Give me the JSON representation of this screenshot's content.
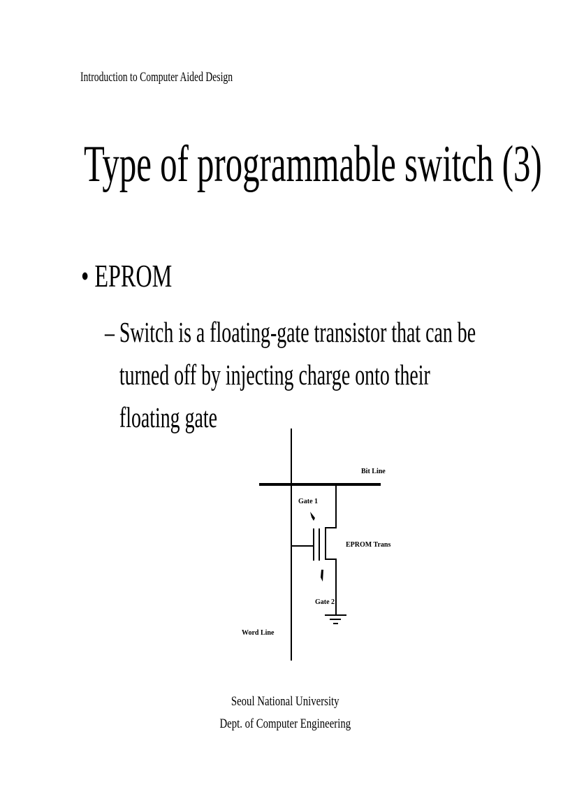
{
  "header": "Introduction to Computer Aided Design",
  "title": "Type of programmable switch (3)",
  "bullet": {
    "marker": "•",
    "text": "EPROM",
    "sub_marker": "–",
    "sub_lines": [
      "Switch is a floating-gate transistor that can be",
      "turned off by injecting charge onto their",
      "floating gate"
    ]
  },
  "diagram": {
    "bit_line": "Bit Line",
    "gate1": "Gate 1",
    "eprom_trans": "EPROM Trans",
    "gate2": "Gate 2",
    "word_line": "Word Line"
  },
  "footer": {
    "line1": "Seoul National University",
    "line2": "Dept. of Computer Engineering"
  }
}
